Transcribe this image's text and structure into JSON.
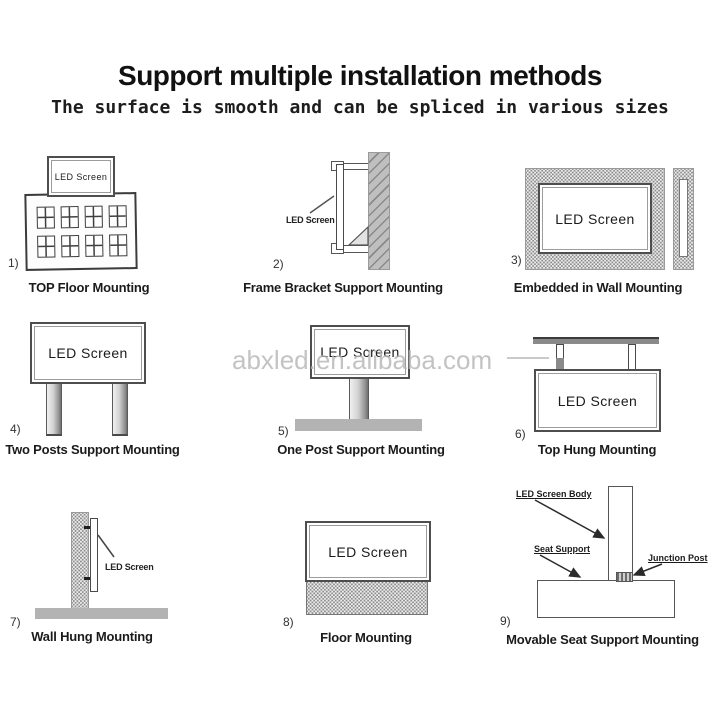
{
  "header": {
    "title": "Support multiple installation methods",
    "subtitle": "The surface is smooth and can be spliced in various sizes"
  },
  "watermark": "abxled.en.alibaba.com",
  "methods": [
    {
      "num": "1)",
      "caption": "TOP Floor Mounting",
      "screen_label": "LED Screen"
    },
    {
      "num": "2)",
      "caption": "Frame Bracket Support Mounting",
      "screen_label": "LED Screen"
    },
    {
      "num": "3)",
      "caption": "Embedded in Wall Mounting",
      "screen_label": "LED Screen"
    },
    {
      "num": "4)",
      "caption": "Two Posts Support Mounting",
      "screen_label": "LED Screen"
    },
    {
      "num": "5)",
      "caption": "One Post Support Mounting",
      "screen_label": "LED Screen"
    },
    {
      "num": "6)",
      "caption": "Top Hung Mounting",
      "screen_label": "LED Screen"
    },
    {
      "num": "7)",
      "caption": "Wall Hung Mounting",
      "screen_label": "LED Screen"
    },
    {
      "num": "8)",
      "caption": "Floor Mounting",
      "screen_label": "LED Screen"
    },
    {
      "num": "9)",
      "caption": "Movable Seat Support Mounting",
      "labels": {
        "body": "LED Screen Body",
        "seat": "Seat Support",
        "junction": "Junction Post"
      }
    }
  ],
  "colors": {
    "text": "#1a1a1a",
    "watermark": "#b5b5b5",
    "wall_gray": "#bfbfbf",
    "texture_dot": "#8d8d8d",
    "base_gray": "#b3b3b3",
    "outline": "#4e4e4e"
  }
}
